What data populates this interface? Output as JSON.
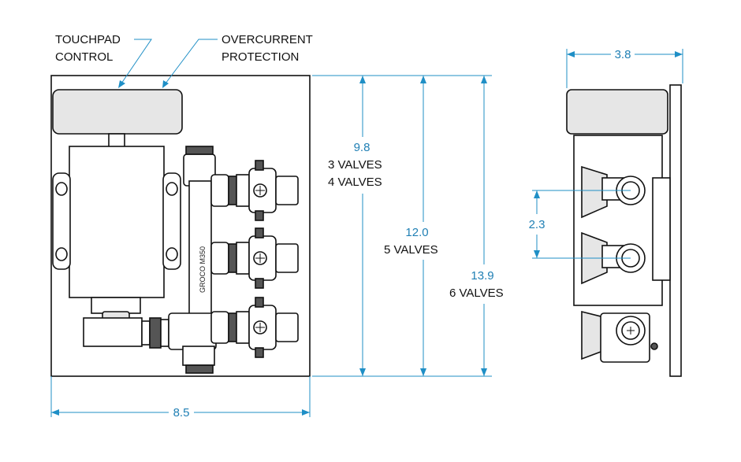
{
  "callouts": {
    "touchpad_line1": "TOUCHPAD",
    "touchpad_line2": "CONTROL",
    "overcurrent_line1": "OVERCURRENT",
    "overcurrent_line2": "PROTECTION"
  },
  "dimensions": {
    "width": "8.5",
    "depth": "3.8",
    "valve_spacing": "2.3",
    "height_3_4_value": "9.8",
    "height_3_4_label1": "3 VALVES",
    "height_3_4_label2": "4 VALVES",
    "height_5_value": "12.0",
    "height_5_label": "5 VALVES",
    "height_6_value": "13.9",
    "height_6_label": "6 VALVES"
  },
  "manifold_stamp": "GROCO M350",
  "colors": {
    "dimension": "#1f8fc6",
    "dimension_text": "#1f7fb4",
    "outline": "#111111",
    "shade": "#e6e6e6"
  }
}
